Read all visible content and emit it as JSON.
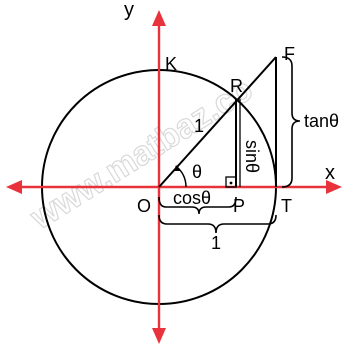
{
  "watermark": "www.matbaz.co",
  "labels": {
    "y_axis": "y",
    "x_axis": "x",
    "K": "K",
    "R": "R",
    "F": "F",
    "O": "O",
    "P": "P",
    "T": "T",
    "radius": "1",
    "theta": "θ",
    "sin": "sinθ",
    "cos": "cosθ",
    "tan": "tanθ",
    "unit_bottom": "1"
  },
  "colors": {
    "axes": "#e8323c",
    "lines": "#000000",
    "watermark": "#d9d9d9"
  }
}
